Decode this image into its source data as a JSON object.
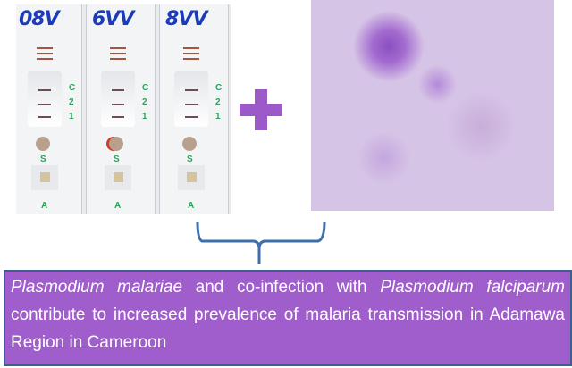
{
  "rdt_photo": {
    "strips": [
      {
        "handwritten": "08V",
        "labels": [
          "C",
          "2",
          "1",
          "S",
          "A"
        ]
      },
      {
        "handwritten": "6VV",
        "labels": [
          "C",
          "2",
          "1",
          "S",
          "A"
        ]
      },
      {
        "handwritten": "8VV",
        "labels": [
          "C",
          "2",
          "1",
          "S",
          "A"
        ]
      }
    ]
  },
  "plus_icon": "plus-icon",
  "conclusion": {
    "species1": "Plasmodium malariae",
    "text1": " and co-infection with ",
    "species2": "Plasmodium falciparum",
    "text2": " contribute to increased prevalence of malaria transmission in Adamawa Region in Cameroon"
  },
  "colors": {
    "box_fill": "#a05ecc",
    "box_border": "#3c5f8f",
    "brace": "#3d6fa8",
    "plus": "#9b5ac8"
  }
}
